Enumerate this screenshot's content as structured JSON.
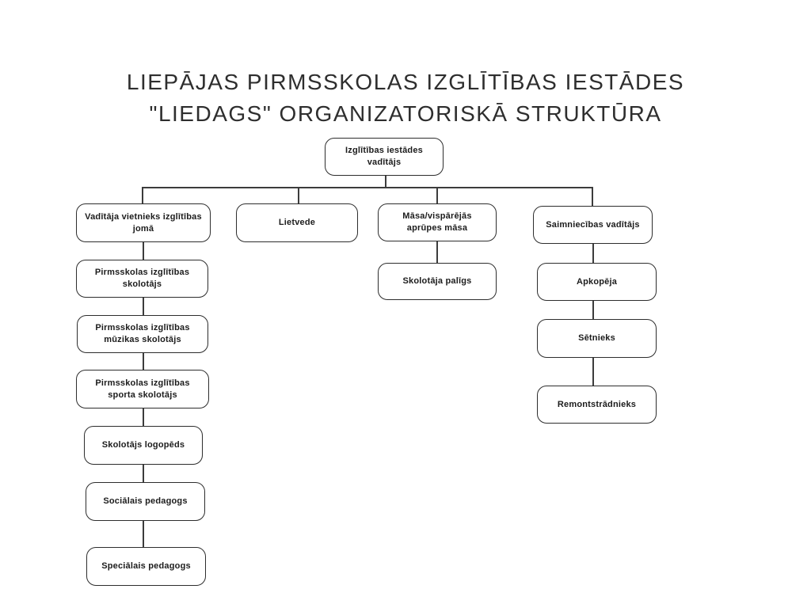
{
  "title": {
    "line1": "LIEPĀJAS PIRMSSKOLAS IZGLĪTĪBAS IESTĀDES",
    "line2": "\"LIEDAGS\" ORGANIZATORISKĀ STRUKTŪRA"
  },
  "org": {
    "root": {
      "label": "Izglītības iestādes vadītājs"
    },
    "level2": [
      {
        "label": "Vadītāja vietnieks izglītības jomā"
      },
      {
        "label": "Lietvede"
      },
      {
        "label": "Māsa/vispārējās aprūpes māsa"
      },
      {
        "label": "Saimniecības vadītājs"
      }
    ],
    "deputy_children": [
      {
        "label": "Pirmsskolas izglītības skolotājs"
      },
      {
        "label": "Pirmsskolas izglītības mūzikas skolotājs"
      },
      {
        "label": "Pirmsskolas izglītības sporta skolotājs"
      },
      {
        "label": "Skolotājs logopēds"
      },
      {
        "label": "Sociālais pedagogs"
      },
      {
        "label": "Speciālais pedagogs"
      }
    ],
    "nurse_children": [
      {
        "label": "Skolotāja palīgs"
      }
    ],
    "facilities_children": [
      {
        "label": "Apkopēja"
      },
      {
        "label": "Sētnieks"
      },
      {
        "label": "Remontstrādnieks"
      }
    ]
  },
  "colors": {
    "title_text": "#2e2e2e",
    "box_text": "#1c1c1c",
    "box_border": "#2d2d2d",
    "box_fill": "#ffffff",
    "connector": "#3c3c3c",
    "background": "#ffffff"
  }
}
